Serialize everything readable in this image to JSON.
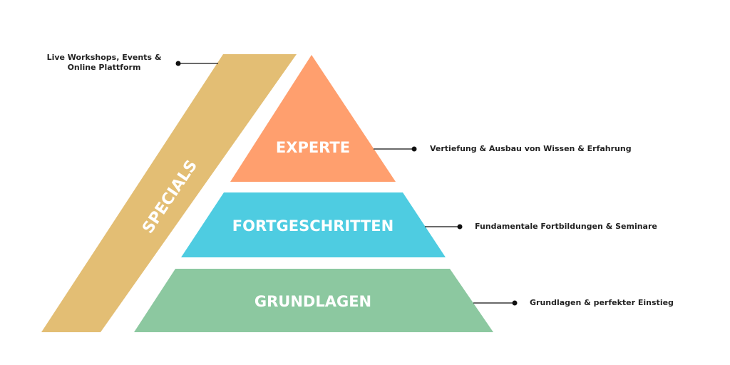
{
  "diagram": {
    "specials": {
      "label": "SPECIALS",
      "annotation": "Live Workshops, Events & Online Plattform",
      "color": "#E3BE74"
    },
    "levels": [
      {
        "label": "EXPERTE",
        "annotation": "Vertiefung & Ausbau von Wissen & Erfahrung",
        "color": "#FF9F6E"
      },
      {
        "label": "FORTGESCHRITTEN",
        "annotation": "Fundamentale Fortbildungen & Seminare",
        "color": "#4ECCE1"
      },
      {
        "label": "GRUNDLAGEN",
        "annotation": "Grundlagen & perfekter Einstieg",
        "color": "#8CC8A0"
      }
    ],
    "connector_color": "#111111"
  }
}
